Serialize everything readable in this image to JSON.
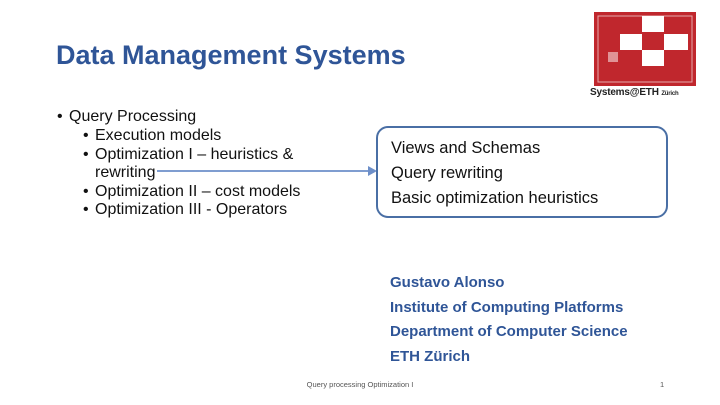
{
  "slide": {
    "title": "Data Management Systems",
    "bullets": {
      "top": "Query Processing",
      "sub": [
        "Execution models",
        "Optimization I – heuristics &",
        "rewriting",
        "Optimization II – cost models",
        "Optimization III - Operators"
      ]
    },
    "callout_lines": [
      "Views and Schemas",
      "Query rewriting",
      "Basic optimization heuristics"
    ],
    "author_lines": [
      "Gustavo Alonso",
      "Institute of Computing Platforms",
      "Department of Computer Science",
      "ETH Zürich"
    ],
    "logo": {
      "prefix": "Systems",
      "at": "@",
      "eth": "ETH",
      "suffix": "Zürich"
    },
    "footer": {
      "center_text": "Query processing Optimization I",
      "page_number": "1"
    }
  },
  "colors": {
    "title": "#2f5597",
    "logo_red": "#c0272d",
    "box_border": "#4a6fa5",
    "arrow": "#6d8fc9"
  },
  "icons": [
    "eth-logo-icon",
    "arrow-icon"
  ]
}
